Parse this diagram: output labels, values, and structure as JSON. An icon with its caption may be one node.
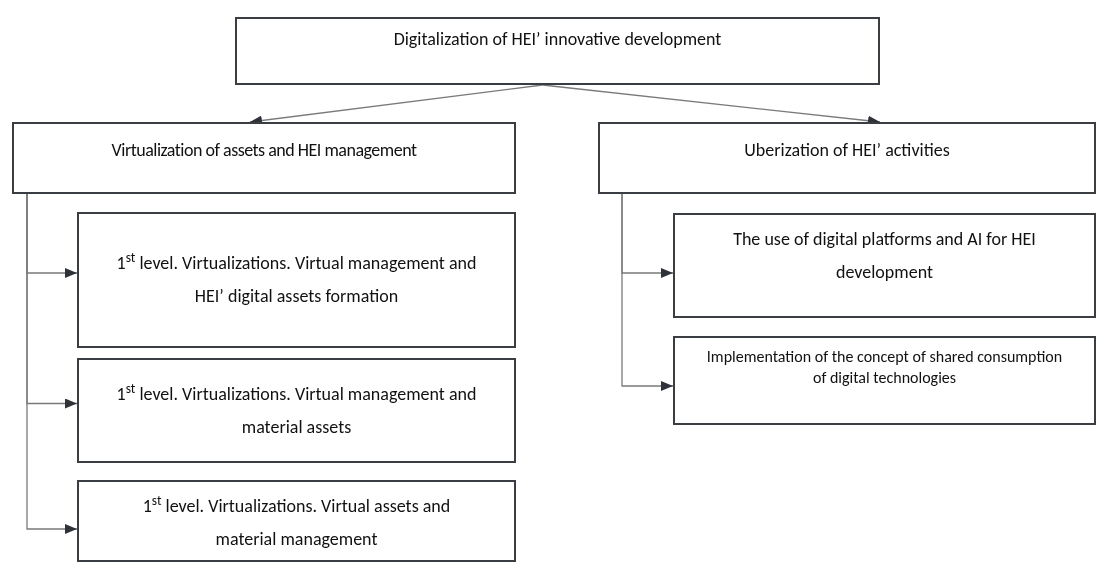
{
  "diagram": {
    "nodes": [
      {
        "text": [
          "Digitalization of HEI’ innovative development"
        ]
      },
      {
        "text": [
          "Virtualization of assets and HEI management"
        ]
      },
      {
        "text": [
          "Uberization of HEI’ activities"
        ]
      },
      {
        "text": [
          "1$^{st}$ level. Virtualizations. Virtual management and HEI’ digital assets formation"
        ]
      },
      {
        "text": [
          "1$^{st}$ level. Virtualizations. Virtual management and material assets"
        ]
      },
      {
        "text": [
          "1$^{st}$ level. Virtualizations. Virtual assets and material management"
        ]
      },
      {
        "text": [
          "The use of digital platforms and AI for HEI development"
        ]
      },
      {
        "text": [
          "Implementation of the concept of shared consumption of digital technologies"
        ]
      }
    ],
    "edges": [
      {
        "from": 0,
        "to": 1,
        "arrow": "to"
      },
      {
        "from": 0,
        "to": 2,
        "arrow": "to"
      },
      {
        "from": 1,
        "to": 3,
        "arrow": "to"
      },
      {
        "from": 1,
        "to": 4,
        "arrow": "to"
      },
      {
        "from": 1,
        "to": 5,
        "arrow": "to"
      },
      {
        "from": 2,
        "to": 6,
        "arrow": "to"
      },
      {
        "from": 2,
        "to": 7,
        "arrow": "to"
      }
    ]
  }
}
